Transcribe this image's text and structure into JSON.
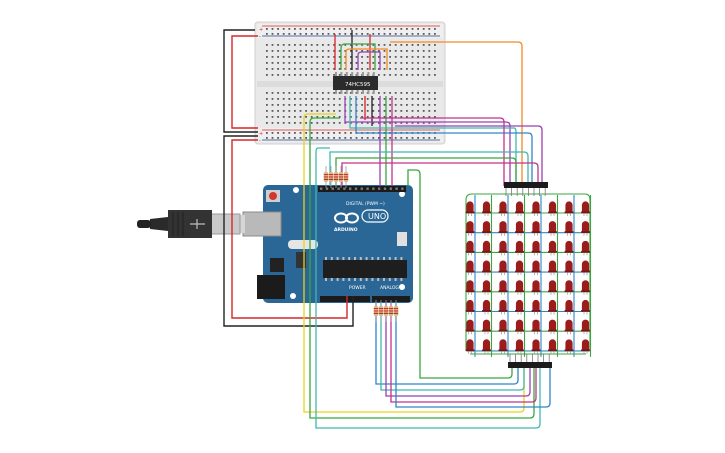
{
  "breadboard": {
    "top_rail_signs": [
      "+",
      "-"
    ],
    "bottom_rail_signs": [
      "+",
      "-"
    ]
  },
  "shift_register": {
    "label": "74HC595"
  },
  "arduino": {
    "logo_text": "ARDUINO",
    "model": "UNO",
    "digital_label": "DIGITAL (PWM ~)",
    "power_label": "POWER",
    "analog_label": "ANALOG IN"
  },
  "led_matrix": {
    "rows": 8,
    "cols": 8,
    "color": "#9c1c1c"
  },
  "colors": {
    "board_blue": "#2a6796",
    "breadboard": "#e6e6e6",
    "wire_red": "#d62728",
    "wire_black": "#222222",
    "wire_orange": "#f08a24",
    "wire_green": "#3aa640",
    "wire_purple": "#9b3fb5",
    "wire_teal": "#3fb8b0",
    "wire_blue": "#2f86c8",
    "wire_yellow": "#e8d21c",
    "wire_magenta": "#c2338a"
  }
}
